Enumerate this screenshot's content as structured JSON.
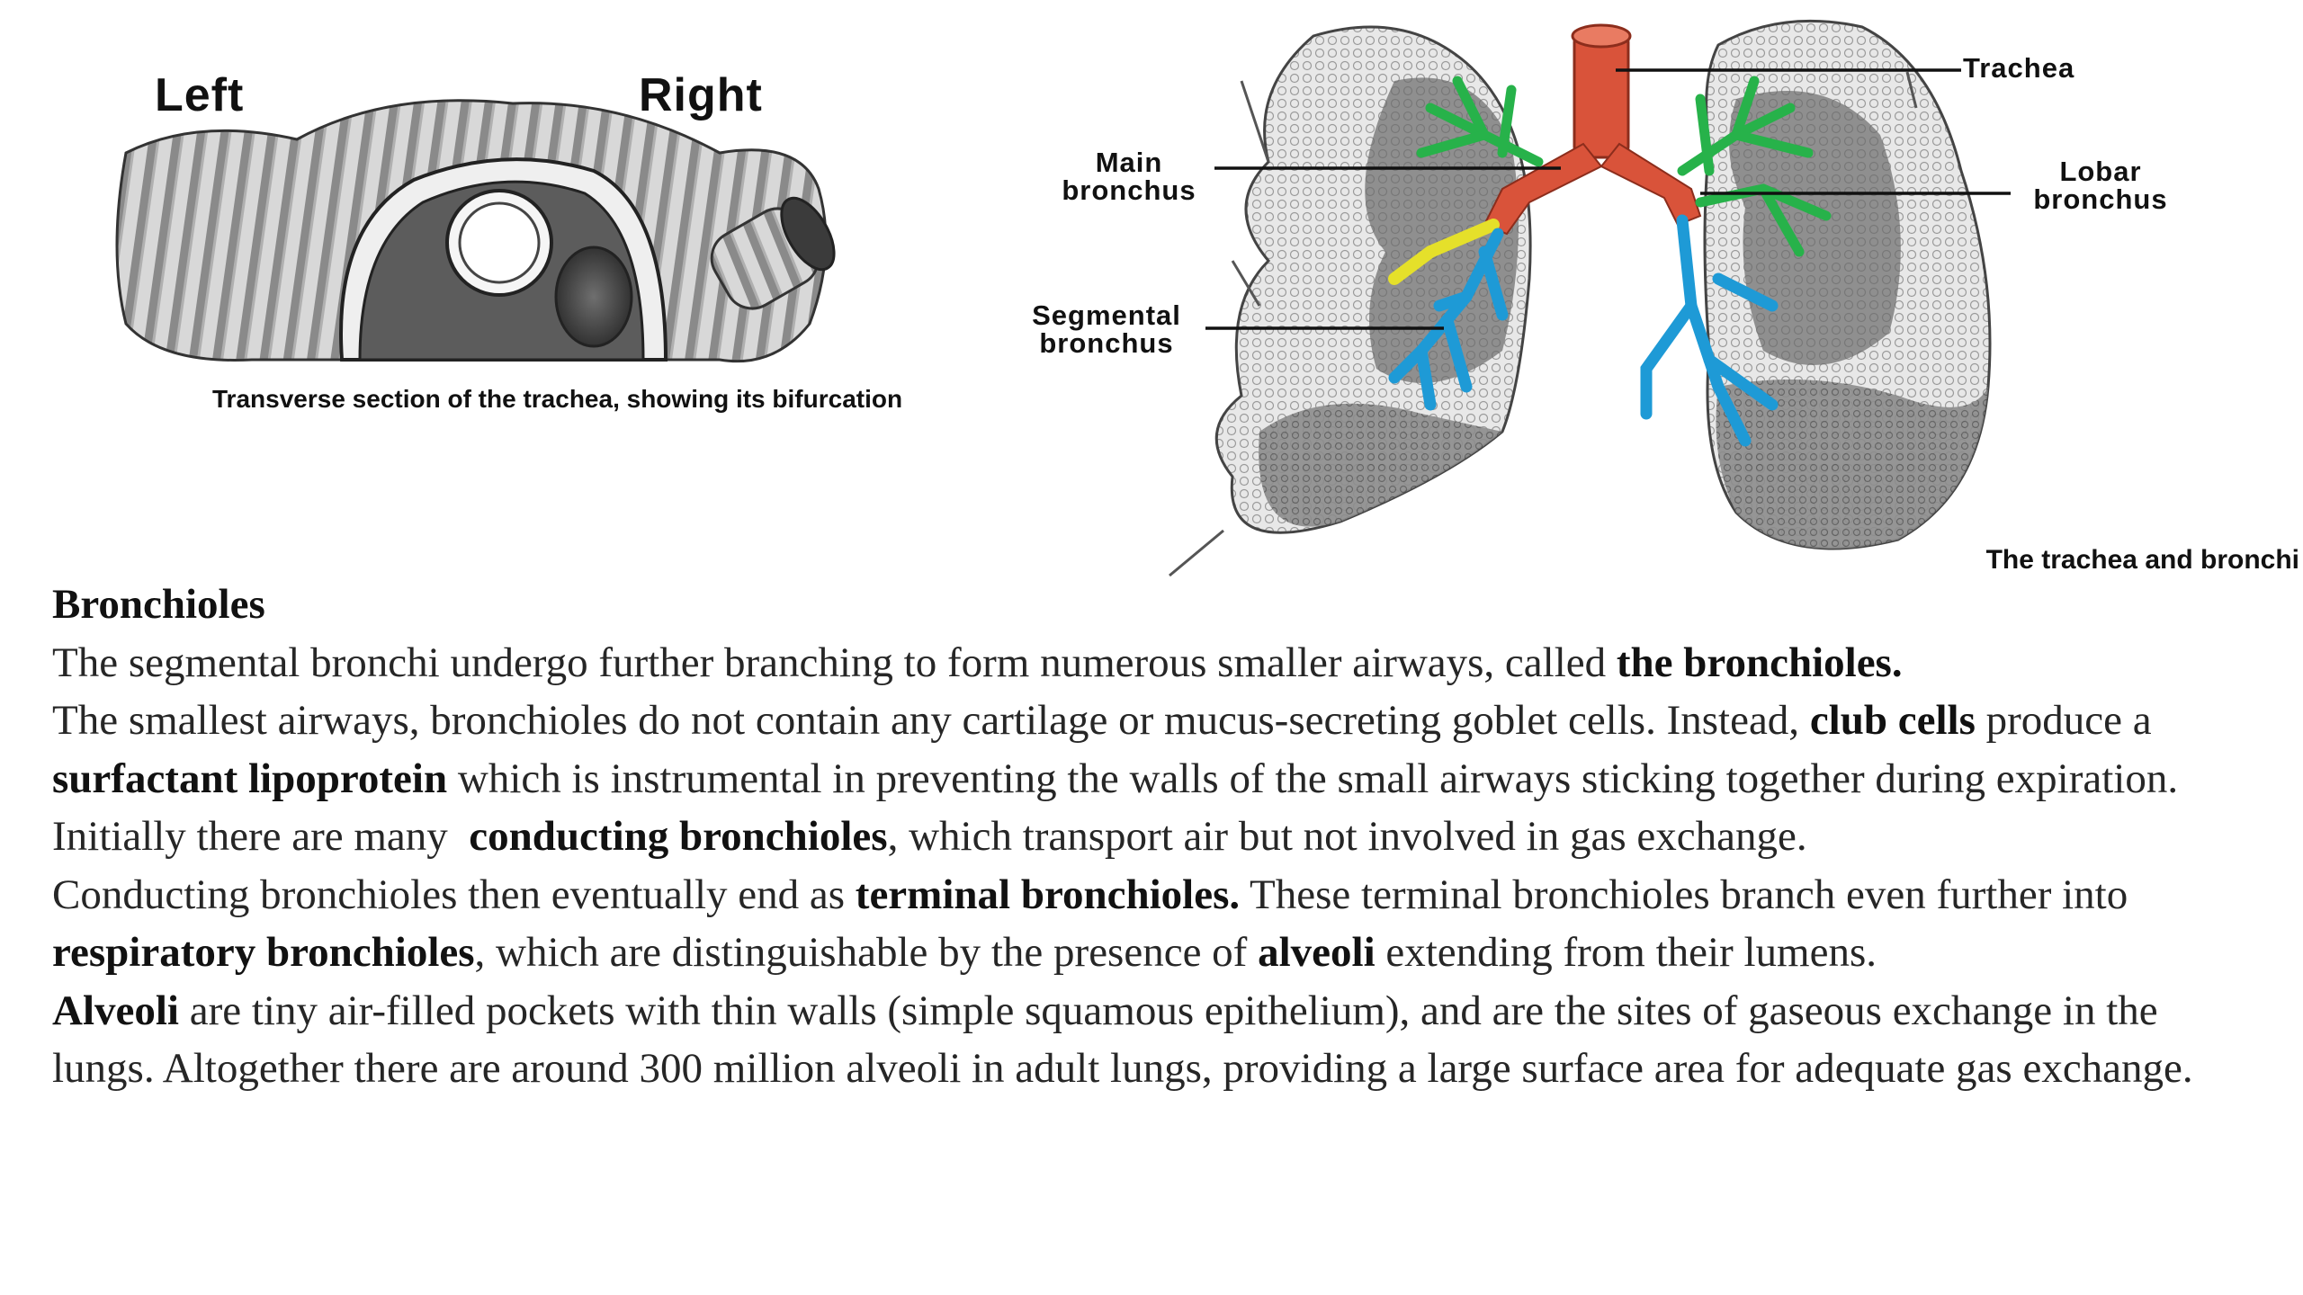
{
  "figures": {
    "trachea_section": {
      "left_label": "Left",
      "right_label": "Right",
      "caption": "Transverse section of the trachea, showing its bifurcation"
    },
    "lungs": {
      "labels": {
        "trachea": "Trachea",
        "main_bronchus": "Main bronchus",
        "lobar_bronchus": "Lobar bronchus",
        "segmental_bronchus": "Segmental bronchus"
      },
      "caption": "The trachea and bronchi",
      "colors": {
        "trachea": "#d9533a",
        "lobar": "#27b24a",
        "segmental": "#1e9ad6",
        "other_bronchus": "#e5e02a",
        "lung_tissue": "#cfcfcf"
      }
    }
  },
  "section": {
    "heading": "Bronchioles",
    "p1": {
      "t1": "The segmental bronchi undergo further branching to form numerous smaller airways, called ",
      "b1": "the bronchioles."
    },
    "p2": {
      "t1": "The smallest airways, bronchioles do not contain any cartilage or mucus-secreting goblet cells. Instead, ",
      "b1": "club cells",
      "t2": " produce a ",
      "b2": "surfactant lipoprotein",
      "t3": " which is instrumental in preventing the walls of the small airways sticking together during expiration."
    },
    "p3": {
      "t1": "Initially there are many  ",
      "b1": "conducting bronchioles",
      "t2": ", which transport air but not involved in gas exchange."
    },
    "p4": {
      "t1": "Conducting bronchioles then eventually end as ",
      "b1": "terminal bronchioles.",
      "t2": " These terminal bronchioles branch even further into ",
      "b2": "respiratory bronchioles",
      "t3": ", which are distinguishable by the presence of ",
      "b3": "alveoli",
      "t4": " extending from their lumens."
    },
    "p5": {
      "b1": "Alveoli",
      "t1": " are tiny air-filled pockets with thin walls (simple squamous epithelium), and are the sites of gaseous exchange in the lungs. Altogether there are around 300 million alveoli in adult lungs, providing a large surface area for adequate gas exchange."
    }
  }
}
